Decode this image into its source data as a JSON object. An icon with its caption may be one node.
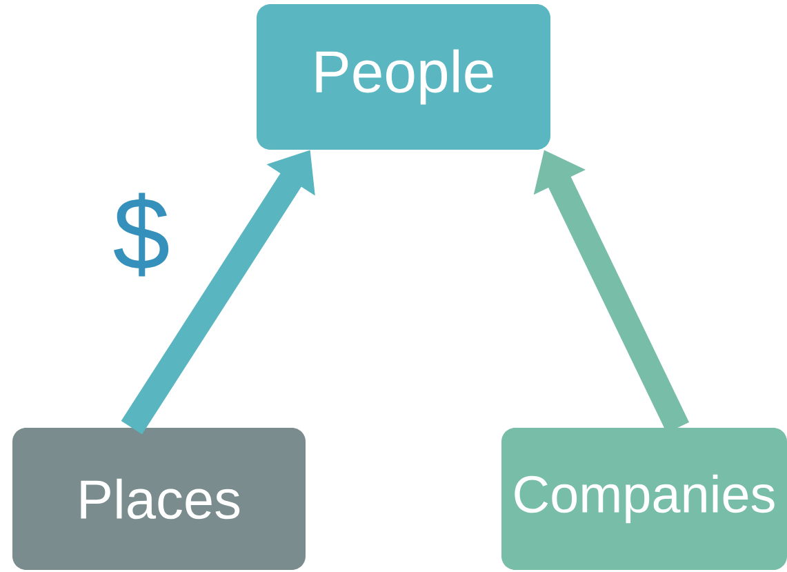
{
  "diagram": {
    "nodes": [
      {
        "text": [
          "People"
        ]
      },
      {
        "text": [
          "Places"
        ]
      },
      {
        "text": [
          "Companies"
        ]
      }
    ],
    "edges": [
      {
        "from": 1,
        "to": 0,
        "arrow": "to",
        "color": "#59b5bf"
      },
      {
        "from": 2,
        "to": 0,
        "arrow": "to",
        "color": "#78bda8"
      }
    ],
    "labels": [
      "$"
    ]
  }
}
